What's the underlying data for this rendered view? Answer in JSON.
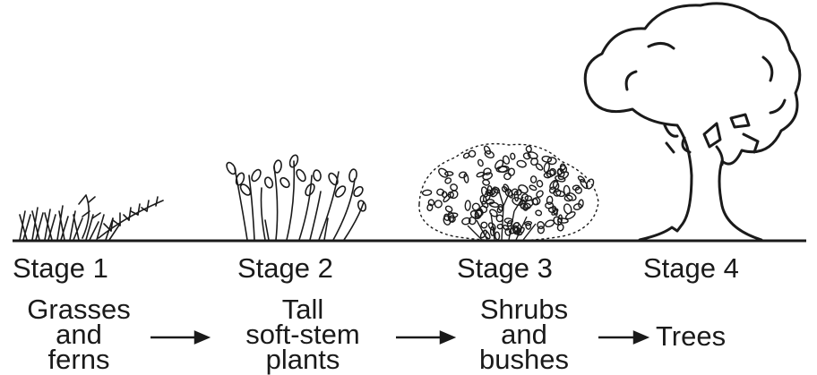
{
  "stages": [
    {
      "label": "Stage 1",
      "description": [
        "Grasses",
        "and",
        "ferns"
      ]
    },
    {
      "label": "Stage 2",
      "description": [
        "Tall",
        "soft-stem",
        "plants"
      ]
    },
    {
      "label": "Stage 3",
      "description": [
        "Shrubs",
        "and",
        "bushes"
      ]
    },
    {
      "label": "Stage 4",
      "description": [
        "Trees"
      ]
    }
  ],
  "colors": {
    "ink": "#1a1a1a",
    "background": "#ffffff"
  },
  "icons": [
    "grass-fern-icon",
    "soft-stem-plant-icon",
    "shrub-icon",
    "tree-icon",
    "arrow-icon"
  ]
}
